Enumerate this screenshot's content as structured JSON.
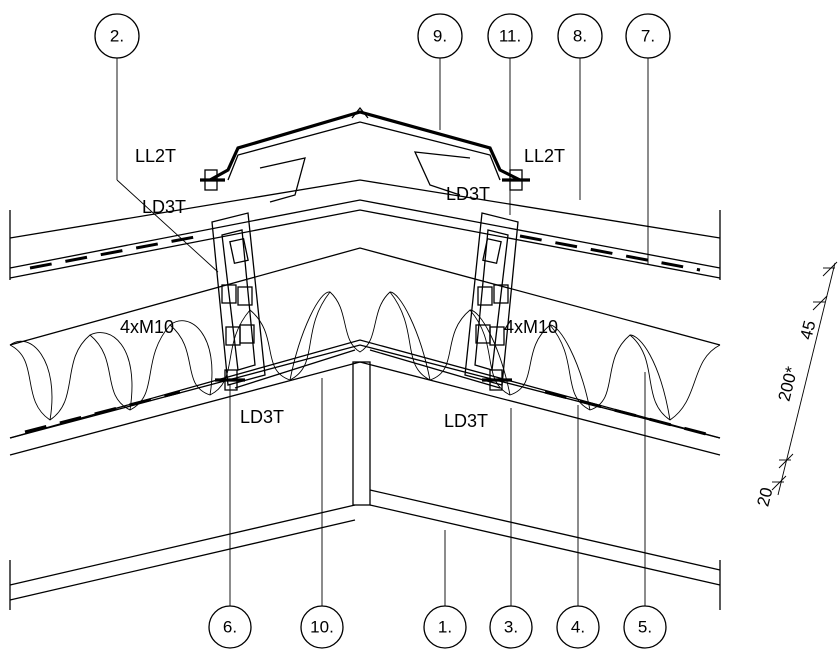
{
  "callouts": {
    "c1": "1.",
    "c2": "2.",
    "c3": "3.",
    "c4": "4.",
    "c5": "5.",
    "c6": "6.",
    "c7": "7.",
    "c8": "8.",
    "c9": "9.",
    "c10": "10.",
    "c11": "11."
  },
  "labels": {
    "ll2t_left": "LL2T",
    "ll2t_right": "LL2T",
    "ld3t_upper_left": "LD3T",
    "ld3t_upper_right": "LD3T",
    "ld3t_lower_left": "LD3T",
    "ld3t_lower_right": "LD3T",
    "bolts_left": "4xM10",
    "bolts_right": "4xM10"
  },
  "dimensions": {
    "d20": "20",
    "d200": "200*",
    "d45": "45"
  }
}
